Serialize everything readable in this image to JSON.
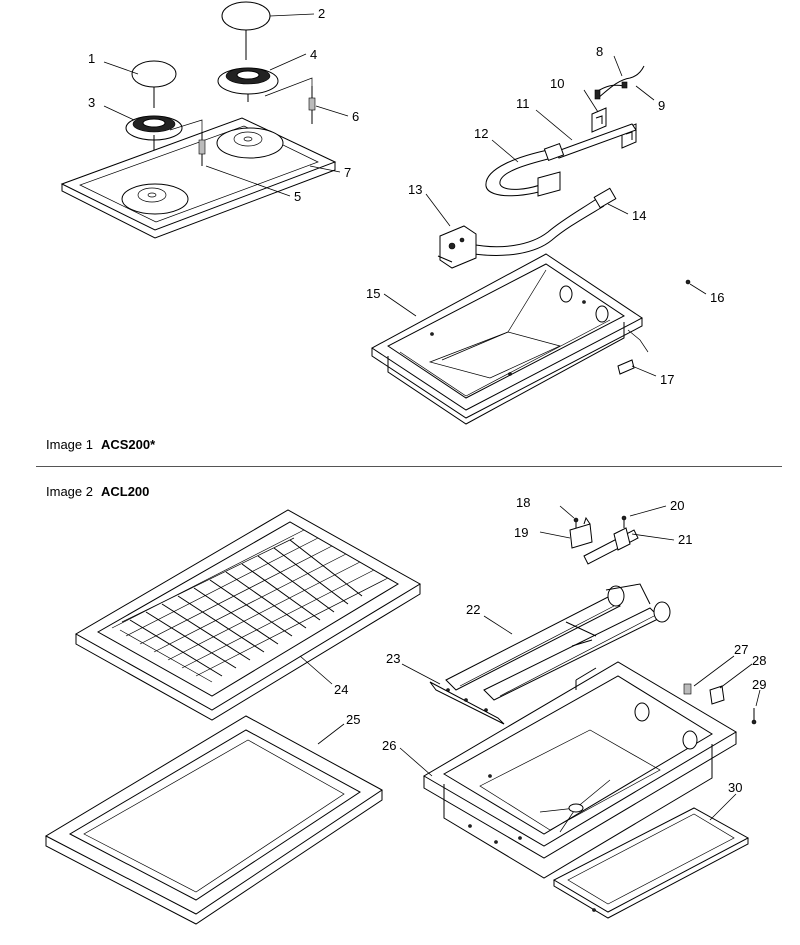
{
  "image1": {
    "label": "Image 1",
    "model": "ACS200*"
  },
  "image2": {
    "label": "Image 2",
    "model": "ACL200"
  },
  "callouts": {
    "c1": "1",
    "c2": "2",
    "c3": "3",
    "c4": "4",
    "c5": "5",
    "c6": "6",
    "c7": "7",
    "c8": "8",
    "c9": "9",
    "c10": "10",
    "c11": "11",
    "c12": "12",
    "c13": "13",
    "c14": "14",
    "c15": "15",
    "c16": "16",
    "c17": "17",
    "c18": "18",
    "c19": "19",
    "c20": "20",
    "c21": "21",
    "c22": "22",
    "c23": "23",
    "c24": "24",
    "c25": "25",
    "c26": "26",
    "c27": "27",
    "c28": "28",
    "c29": "29",
    "c30": "30"
  }
}
